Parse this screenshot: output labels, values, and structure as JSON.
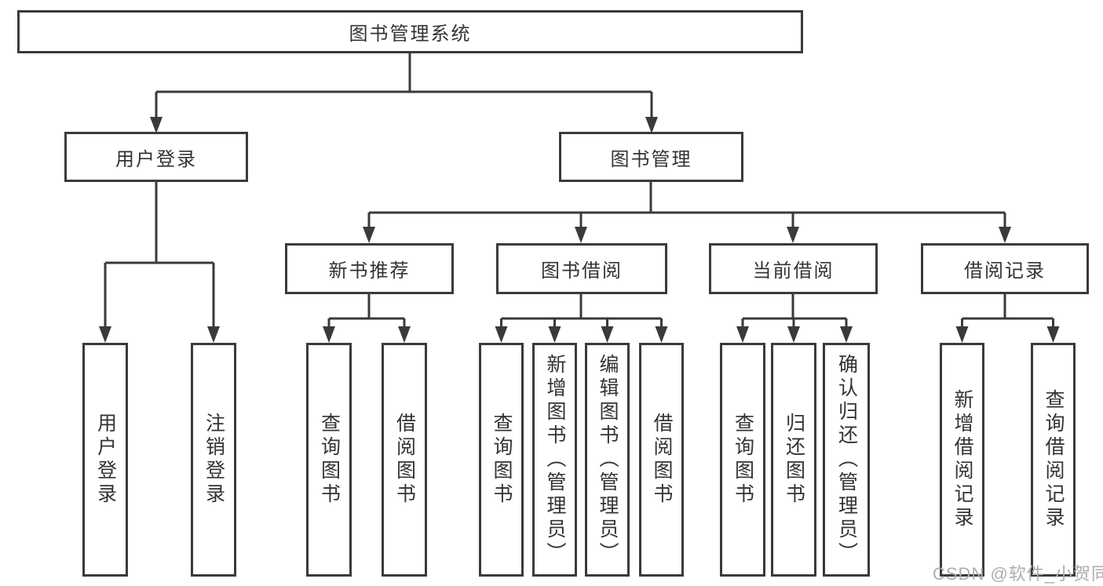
{
  "diagram": {
    "root": "图书管理系统",
    "branches": {
      "user": "用户登录",
      "book": "图书管理"
    },
    "modules": [
      "新书推荐",
      "图书借阅",
      "当前借阅",
      "借阅记录"
    ],
    "leaves": [
      [
        "用户登录",
        "注销登录"
      ],
      [
        "查询图书",
        "借阅图书"
      ],
      [
        "查询图书",
        "新增图书（管理员）",
        "编辑图书（管理员）",
        "借阅图书"
      ],
      [
        "查询图书",
        "归还图书",
        "确认归还（管理员）"
      ],
      [
        "新增借阅记录",
        "查询借阅记录"
      ]
    ]
  },
  "watermark": "CSDN @软件_小贺同学",
  "colors": {
    "line": "#3a3a3a",
    "text": "#333333",
    "watermark": "#adadad",
    "background": "#ffffff",
    "boxbg": "#ffffff"
  }
}
